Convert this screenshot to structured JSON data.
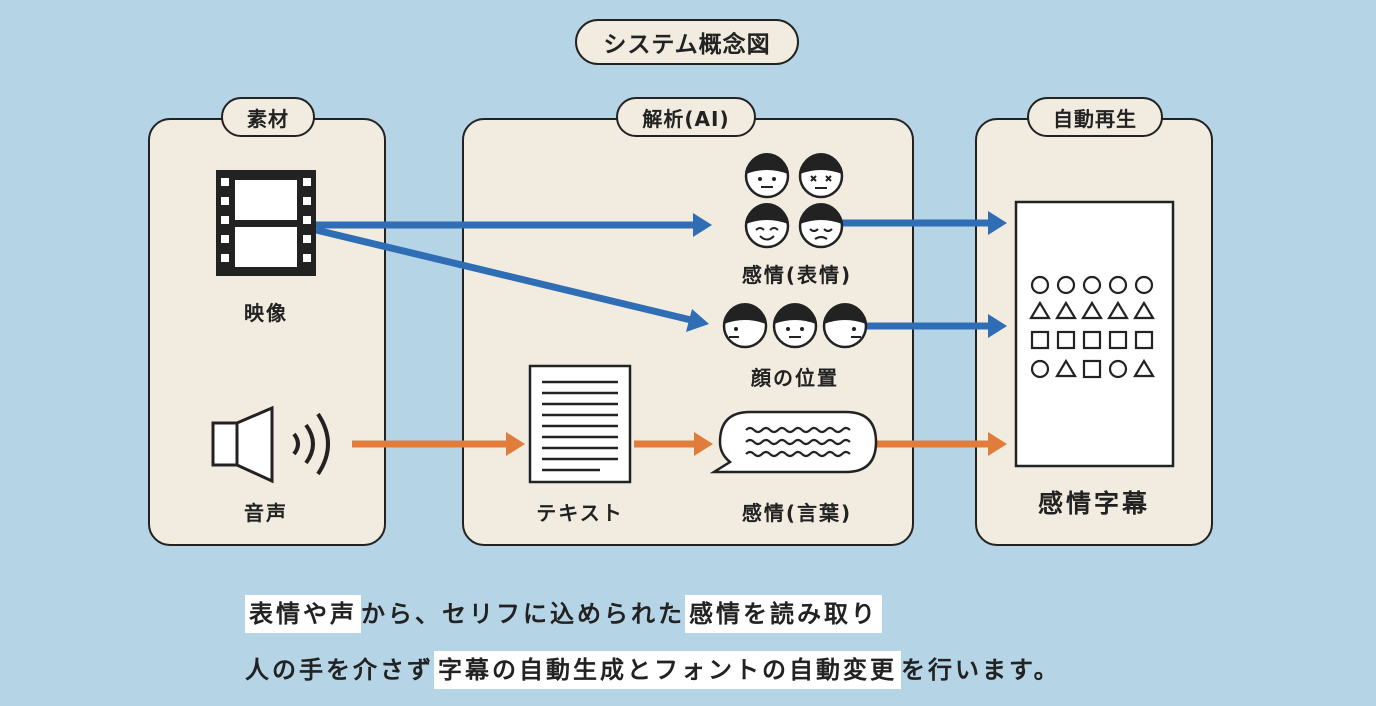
{
  "title": "システム概念図",
  "panels": {
    "material": {
      "label": "素材",
      "items": {
        "video": "映像",
        "audio": "音声"
      }
    },
    "analysis": {
      "label": "解析(AI)",
      "items": {
        "emotion_face": "感情(表情)",
        "face_position": "顔の位置",
        "text": "テキスト",
        "emotion_words": "感情(言葉)"
      }
    },
    "playback": {
      "label": "自動再生",
      "items": {
        "subtitles": "感情字幕"
      }
    }
  },
  "caption": {
    "line1": [
      {
        "text": "表情や声",
        "highlight": true
      },
      {
        "text": "から、セリフに込められた",
        "highlight": false
      },
      {
        "text": "感情を読み取り",
        "highlight": true
      }
    ],
    "line2": [
      {
        "text": "人の手を介さず",
        "highlight": false
      },
      {
        "text": "字幕の自動生成とフォントの自動変更",
        "highlight": true
      },
      {
        "text": "を行います。",
        "highlight": false
      }
    ]
  },
  "colors": {
    "background": "#b5d4e6",
    "panel": "#f1ecdf",
    "video_arrow": "#2f6eb5",
    "audio_arrow": "#e07d3c",
    "highlight": "#ffffff"
  }
}
